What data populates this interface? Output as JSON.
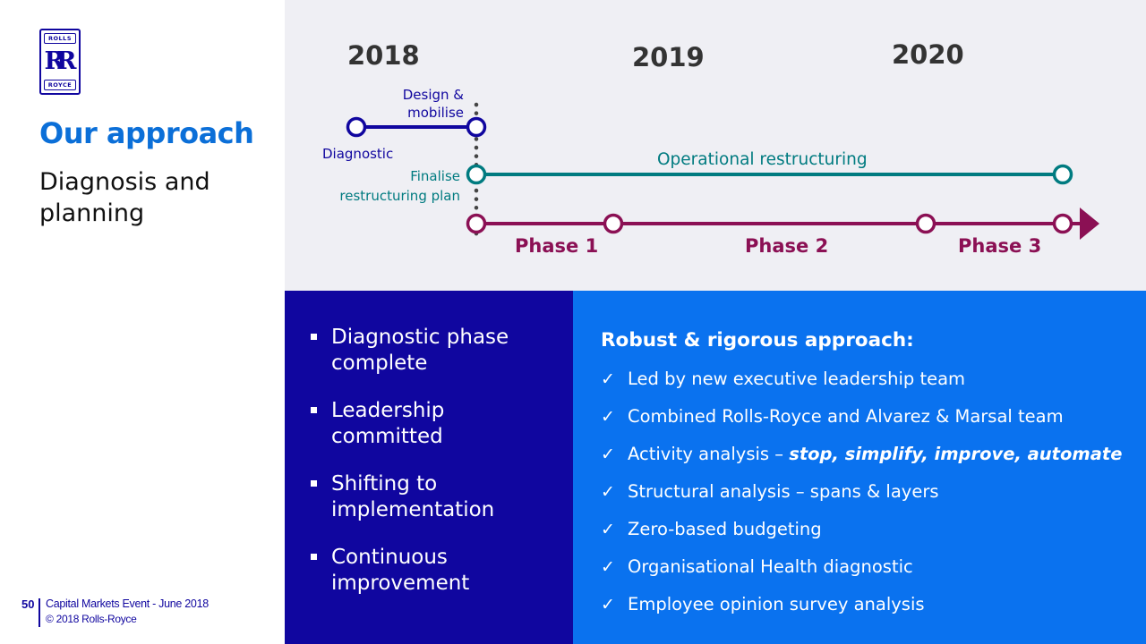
{
  "logo": {
    "top_text": "ROLLS",
    "monogram": "RR",
    "bottom_text": "ROYCE"
  },
  "heading": {
    "title": "Our approach",
    "subtitle": "Diagnosis and planning"
  },
  "footer": {
    "page_number": "50",
    "event": "Capital Markets Event - June 2018",
    "copyright": "© 2018 Rolls-Royce"
  },
  "timeline": {
    "years": [
      "2018",
      "2019",
      "2020"
    ],
    "labels": {
      "design_mobilise_1": "Design &",
      "design_mobilise_2": "mobilise",
      "diagnostic": "Diagnostic",
      "finalise_1": "Finalise",
      "finalise_2": "restructuring plan",
      "operational": "Operational restructuring"
    },
    "phases": [
      "Phase 1",
      "Phase 2",
      "Phase 3"
    ],
    "colors": {
      "diagnostic": "#10069f",
      "operational": "#007b80",
      "phases": "#8b1054",
      "years": "#333333"
    }
  },
  "status": {
    "items": [
      {
        "label": "Diagnostic phase complete"
      },
      {
        "label": "Leadership committed"
      },
      {
        "label": "Shifting to implementation"
      },
      {
        "label": "Continuous improvement"
      }
    ]
  },
  "approach": {
    "title": "Robust & rigorous approach:",
    "check": "✓",
    "items": [
      {
        "text": "Led by new executive leadership team",
        "emph": ""
      },
      {
        "text": "Combined Rolls-Royce and Alvarez & Marsal team",
        "emph": ""
      },
      {
        "text": "Activity analysis – ",
        "emph": "stop, simplify, improve, automate"
      },
      {
        "text": "Structural analysis – spans & layers",
        "emph": ""
      },
      {
        "text": "Zero-based budgeting",
        "emph": ""
      },
      {
        "text": "Organisational Health diagnostic",
        "emph": ""
      },
      {
        "text": "Employee opinion survey analysis",
        "emph": ""
      }
    ]
  },
  "colors": {
    "brand_navy": "#10069f",
    "title_blue": "#0b6fd8",
    "panel_blue": "#0a72ef",
    "timeline_bg": "#efeff4"
  }
}
